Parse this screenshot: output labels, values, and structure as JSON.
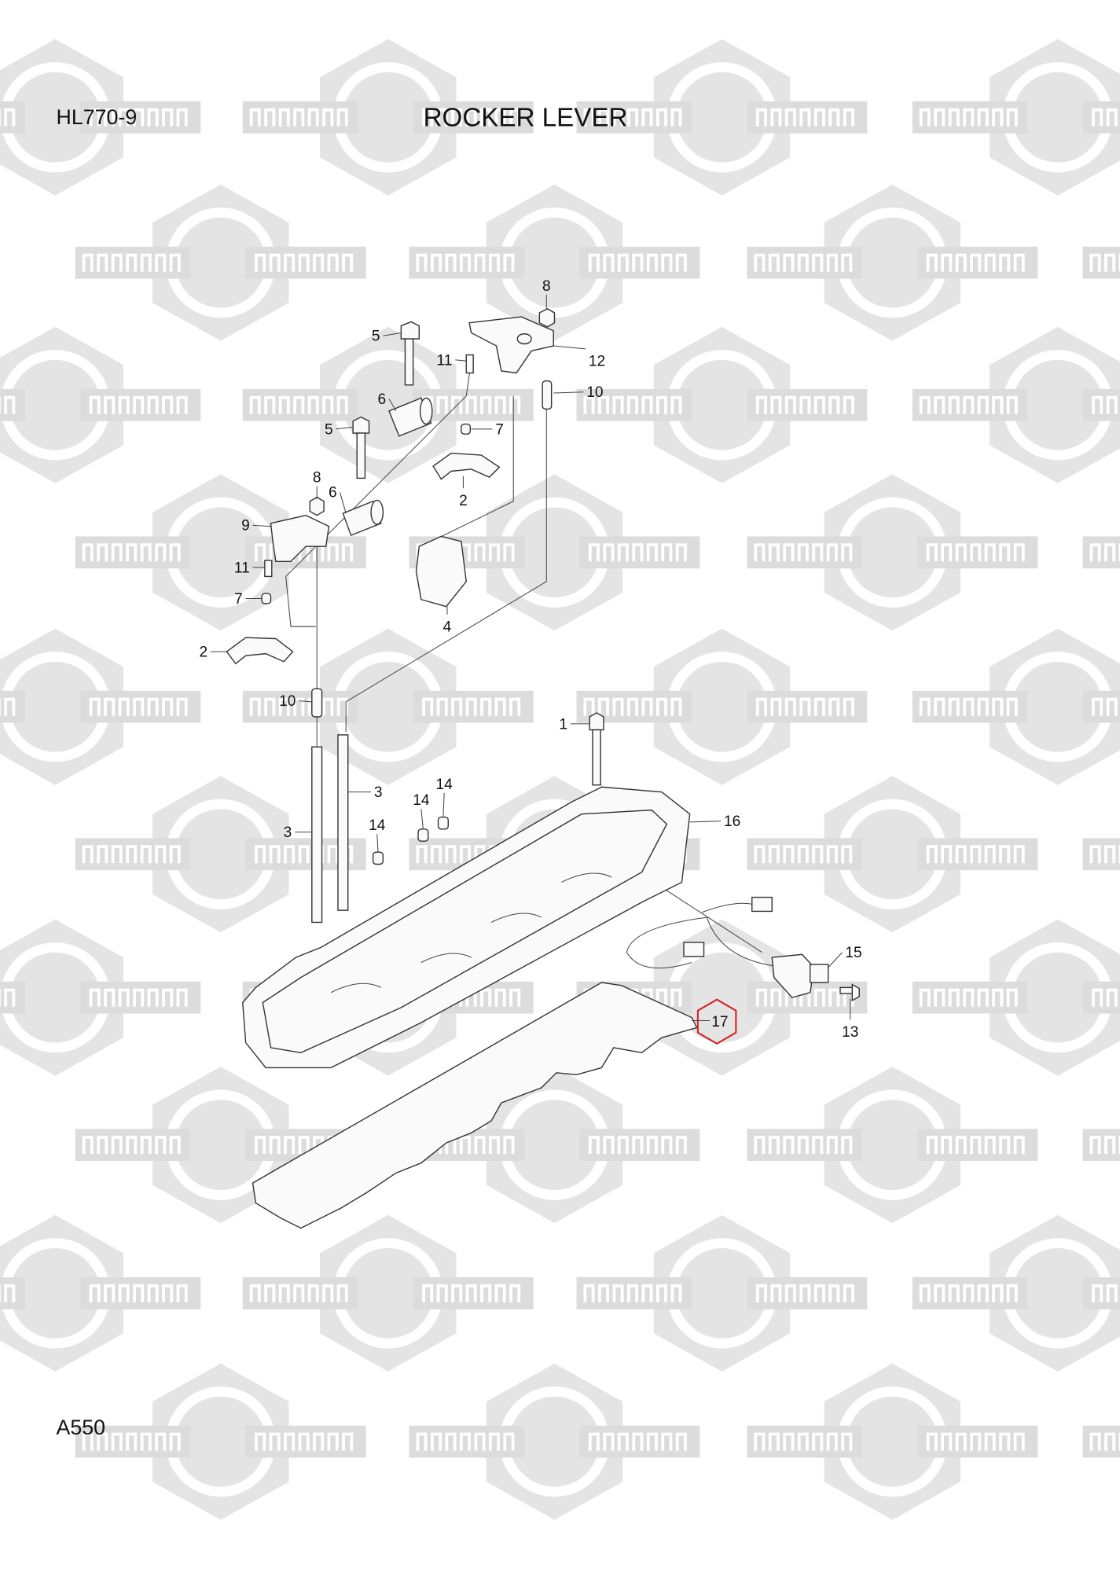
{
  "header": {
    "model": "HL770-9",
    "title": "ROCKER LEVER"
  },
  "footer": {
    "page_code": "A550"
  },
  "watermark": {
    "text_cyrillic": "КОМПАРТ",
    "text_latin": "COMPART",
    "color": "#e4e4e4"
  },
  "callouts": [
    {
      "id": "8a",
      "label": "8"
    },
    {
      "id": "5a",
      "label": "5"
    },
    {
      "id": "11a",
      "label": "11"
    },
    {
      "id": "12",
      "label": "12"
    },
    {
      "id": "10a",
      "label": "10"
    },
    {
      "id": "6a",
      "label": "6"
    },
    {
      "id": "5b",
      "label": "5"
    },
    {
      "id": "7a",
      "label": "7"
    },
    {
      "id": "2a",
      "label": "2"
    },
    {
      "id": "8b",
      "label": "8"
    },
    {
      "id": "6b",
      "label": "6"
    },
    {
      "id": "9",
      "label": "9"
    },
    {
      "id": "11b",
      "label": "11"
    },
    {
      "id": "7b",
      "label": "7"
    },
    {
      "id": "4",
      "label": "4"
    },
    {
      "id": "2b",
      "label": "2"
    },
    {
      "id": "10b",
      "label": "10"
    },
    {
      "id": "1",
      "label": "1"
    },
    {
      "id": "3a",
      "label": "3"
    },
    {
      "id": "14a",
      "label": "14"
    },
    {
      "id": "14b",
      "label": "14"
    },
    {
      "id": "3b",
      "label": "3"
    },
    {
      "id": "14c",
      "label": "14"
    },
    {
      "id": "16",
      "label": "16"
    },
    {
      "id": "15",
      "label": "15"
    },
    {
      "id": "13",
      "label": "13"
    }
  ],
  "highlighted_callout": {
    "label": "17",
    "color": "#d62020"
  }
}
